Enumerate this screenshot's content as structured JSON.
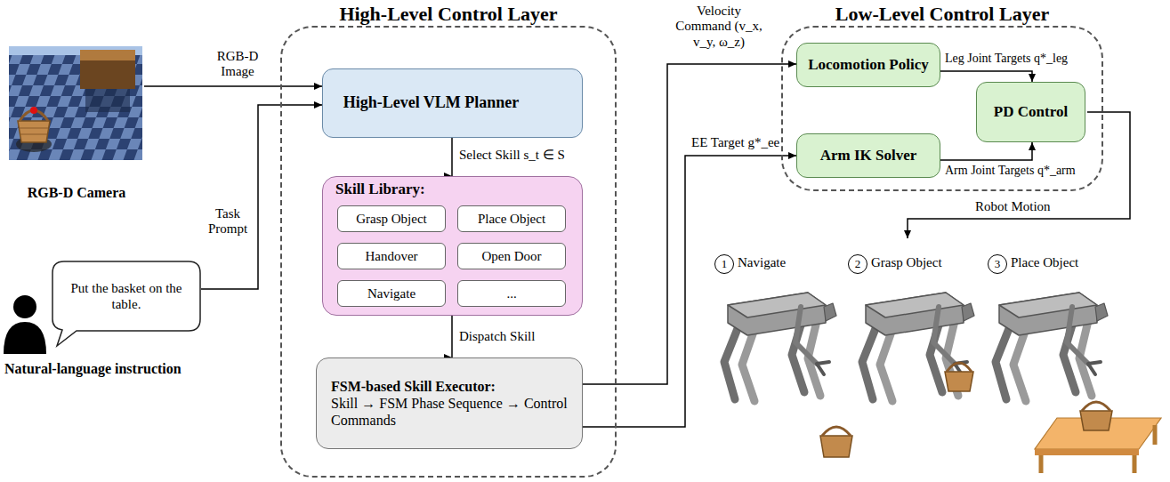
{
  "diagram": {
    "title": "",
    "nodes": [
      {
        "text": [
          "RGB-D Camera"
        ]
      },
      {
        "text": [
          "Put the basket on the table."
        ]
      },
      {
        "text": [
          "High-Level Control Layer"
        ]
      },
      {
        "text": [
          "High-Level VLM Planner"
        ],
        "in": 2
      },
      {
        "text": [
          "Skill Library:"
        ],
        "in": 2
      },
      {
        "text": [
          "Grasp Object"
        ],
        "in": 4
      },
      {
        "text": [
          "Place Object"
        ],
        "in": 4
      },
      {
        "text": [
          "Handover"
        ],
        "in": 4
      },
      {
        "text": [
          "Open Door"
        ],
        "in": 4
      },
      {
        "text": [
          "Navigate"
        ],
        "in": 4
      },
      {
        "text": [
          "..."
        ],
        "in": 4
      },
      {
        "text": [
          "FSM-based Skill Executor:",
          "Skill → FSM Phase Sequence → Control Commands"
        ],
        "in": 2
      },
      {
        "text": [
          "Low-Level Control Layer"
        ]
      },
      {
        "text": [
          "Locomotion Policy"
        ],
        "in": 12
      },
      {
        "text": [
          "PD Control"
        ],
        "in": 12
      },
      {
        "text": [
          "Arm IK Solver"
        ],
        "in": 12
      }
    ],
    "edges": [
      {
        "from": 0,
        "to": 3,
        "arrow": "to",
        "label": "RGB-D Image"
      },
      {
        "from": 1,
        "to": 3,
        "arrow": "to",
        "label": "Task Prompt"
      },
      {
        "from": 3,
        "to": 4,
        "arrow": "to",
        "label": "Select Skill s_t ∈ S"
      },
      {
        "from": 4,
        "to": 11,
        "arrow": "to",
        "label": "Dispatch Skill"
      },
      {
        "from": 11,
        "to": 13,
        "arrow": "to",
        "label": "Velocity Command (v_x, v_y, ω_z)"
      },
      {
        "from": 11,
        "to": 15,
        "arrow": "to",
        "label": "EE Target g*_ee"
      },
      {
        "from": 13,
        "to": 14,
        "arrow": "to",
        "label": "Leg Joint Targets q*_leg"
      },
      {
        "from": 15,
        "to": 14,
        "arrow": "to",
        "label": "Arm Joint Targets q*_arm"
      }
    ],
    "labels": [
      "Natural-language instruction",
      "Robot Motion",
      "1",
      "Navigate",
      "2",
      "Grasp Object",
      "3",
      "Place Object"
    ]
  }
}
